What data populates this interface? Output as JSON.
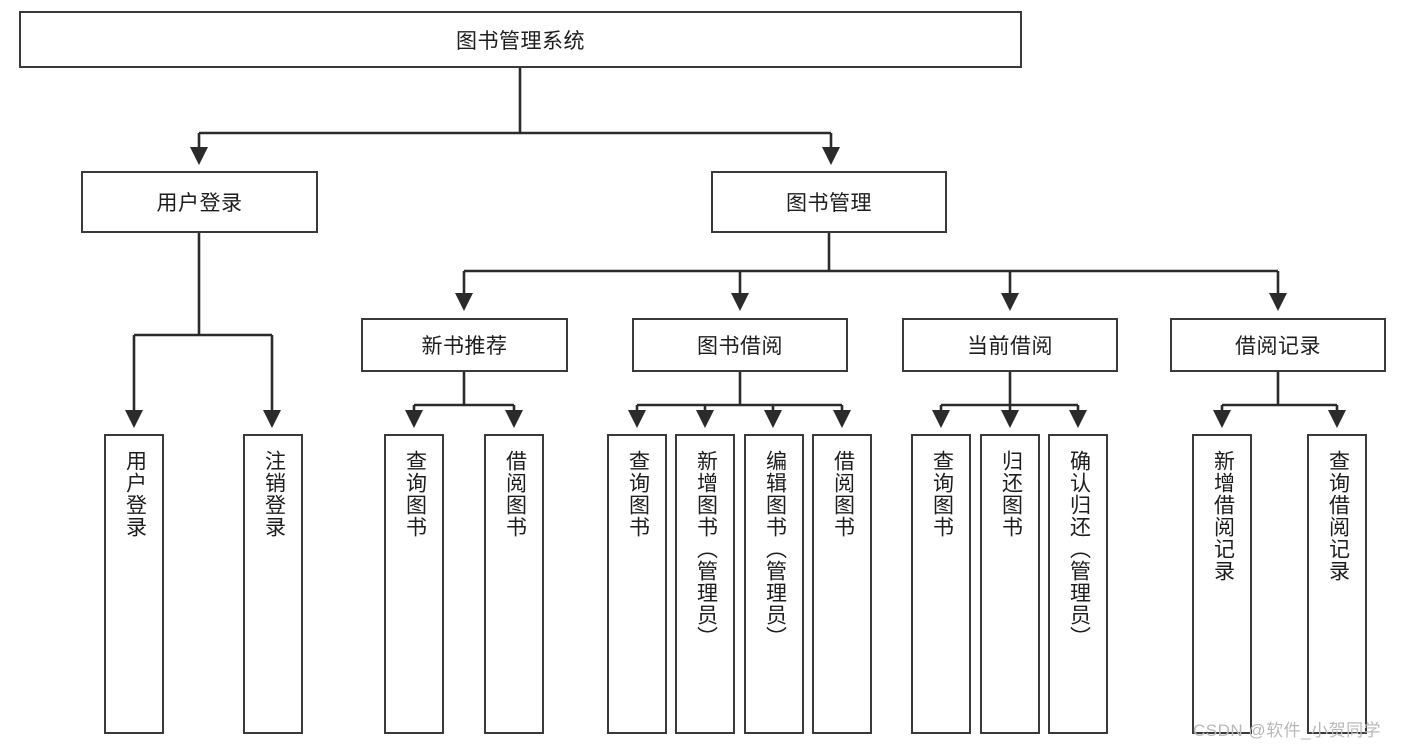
{
  "diagram": {
    "title": "图书管理系统",
    "type": "functional-decomposition-tree",
    "root": {
      "label": "图书管理系统"
    },
    "level1": [
      {
        "label": "用户登录"
      },
      {
        "label": "图书管理"
      }
    ],
    "level2": [
      {
        "label": "新书推荐"
      },
      {
        "label": "图书借阅"
      },
      {
        "label": "当前借阅"
      },
      {
        "label": "借阅记录"
      }
    ],
    "leaves": {
      "user_login": [
        {
          "label": "用户登录"
        },
        {
          "label": "注销登录"
        }
      ],
      "new_book_recommend": [
        {
          "label": "查询图书"
        },
        {
          "label": "借阅图书"
        }
      ],
      "book_borrow": [
        {
          "label": "查询图书"
        },
        {
          "label": "新增图书（管理员）"
        },
        {
          "label": "编辑图书（管理员）"
        },
        {
          "label": "借阅图书"
        }
      ],
      "current_borrow": [
        {
          "label": "查询图书"
        },
        {
          "label": "归还图书"
        },
        {
          "label": "确认归还（管理员）"
        }
      ],
      "borrow_record": [
        {
          "label": "新增借阅记录"
        },
        {
          "label": "查询借阅记录"
        }
      ]
    }
  },
  "watermark": {
    "text": "CSDN @软件_小贺同学"
  },
  "colors": {
    "box_border": "#3a3a3a",
    "connector": "#2b2b2b",
    "text": "#1d1d1d",
    "background": "#ffffff",
    "watermark": "#b9b9b9"
  }
}
